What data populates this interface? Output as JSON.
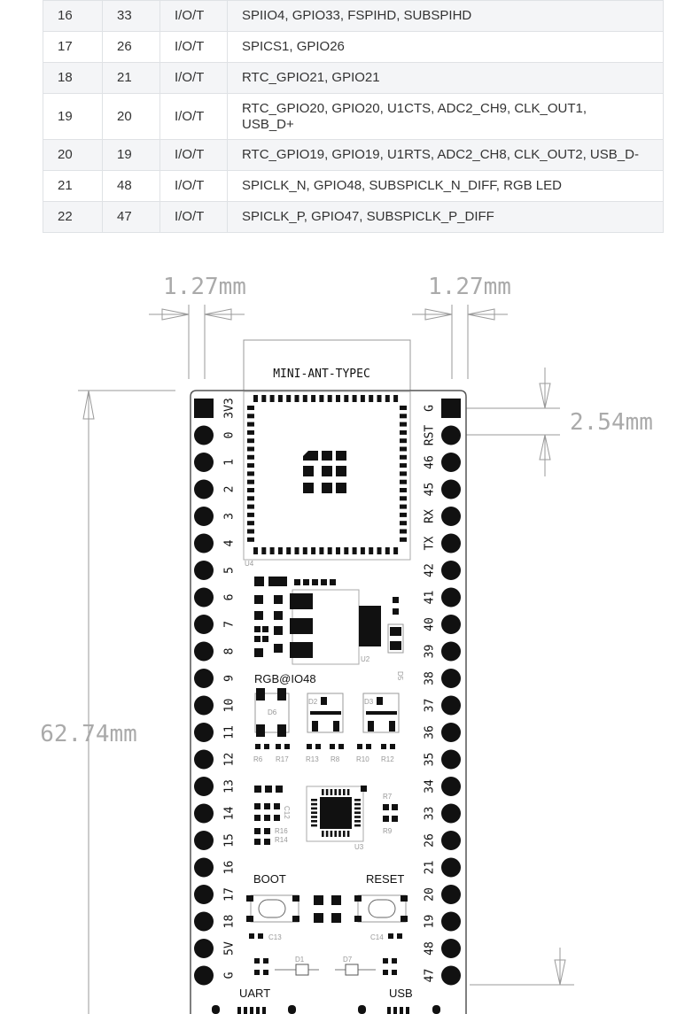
{
  "pin_table": {
    "rows": [
      {
        "no": "16",
        "gpio": "33",
        "type": "I/O/T",
        "func": "SPIIO4, GPIO33, FSPIHD, SUBSPIHD"
      },
      {
        "no": "17",
        "gpio": "26",
        "type": "I/O/T",
        "func": "SPICS1, GPIO26"
      },
      {
        "no": "18",
        "gpio": "21",
        "type": "I/O/T",
        "func": "RTC_GPIO21, GPIO21"
      },
      {
        "no": "19",
        "gpio": "20",
        "type": "I/O/T",
        "func": "RTC_GPIO20, GPIO20, U1CTS, ADC2_CH9, CLK_OUT1,",
        "func2": "USB_D+"
      },
      {
        "no": "20",
        "gpio": "19",
        "type": "I/O/T",
        "func": "RTC_GPIO19, GPIO19, U1RTS, ADC2_CH8, CLK_OUT2, USB_D-"
      },
      {
        "no": "21",
        "gpio": "48",
        "type": "I/O/T",
        "func": "SPICLK_N, GPIO48, SUBSPICLK_N_DIFF, RGB LED"
      },
      {
        "no": "22",
        "gpio": "47",
        "type": "I/O/T",
        "func": "SPICLK_P, GPIO47, SUBSPICLK_P_DIFF"
      }
    ]
  },
  "board": {
    "dim_pin_width_left": "1.27mm",
    "dim_pin_width_right": "1.27mm",
    "dim_pitch": "2.54mm",
    "dim_length": "62.74mm",
    "antenna_label": "MINI-ANT-TYPEC",
    "module_ref": "U4",
    "left_pins": [
      "3V3",
      "0",
      "1",
      "2",
      "3",
      "4",
      "5",
      "6",
      "7",
      "8",
      "9",
      "10",
      "11",
      "12",
      "13",
      "14",
      "15",
      "16",
      "17",
      "18",
      "5V",
      "G"
    ],
    "right_pins": [
      "G",
      "RST",
      "46",
      "45",
      "RX",
      "TX",
      "42",
      "41",
      "40",
      "39",
      "38",
      "37",
      "36",
      "35",
      "34",
      "33",
      "26",
      "21",
      "20",
      "19",
      "48",
      "47"
    ],
    "rgb_label": "RGB@IO48",
    "boot_label": "BOOT",
    "reset_label": "RESET",
    "uart_label": "UART",
    "usb_label": "USB",
    "refs": {
      "u2": "U2",
      "u3": "U3",
      "d6": "D6",
      "d2": "D2",
      "d3": "D3",
      "d5": "D5",
      "d1": "D1",
      "d7": "D7",
      "c12": "C12",
      "c13": "C13",
      "c14": "C14",
      "r6": "R6",
      "r17": "R17",
      "r13": "R13",
      "r8": "R8",
      "r10": "R10",
      "r12": "R12",
      "r7": "R7",
      "r9": "R9",
      "r16": "R16",
      "r14": "R14"
    }
  }
}
